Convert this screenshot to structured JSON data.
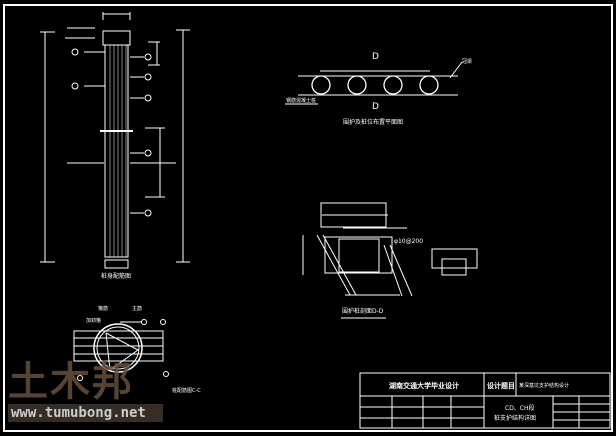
{
  "drawing": {
    "section_marker": "D",
    "plan_title": "围护及桩位布置平面图",
    "plan_labels": [
      "冠梁",
      "钢筋混凝土桩"
    ],
    "section_title": "围护桩剖面D-D",
    "section_label": "φ10@200",
    "pile_title": "桩身配筋图",
    "circle_title": "桩配筋图C-C",
    "circle_labels": [
      "箍筋",
      "主筋",
      "加劲箍"
    ]
  },
  "title_block": {
    "school": "湖南交通大学毕业设计",
    "design_topic_label": "设计题目",
    "design_topic": "某深基坑支护结构设计",
    "drawing_name_line1": "CD、CH段",
    "drawing_name_line2": "桩支护结构详图"
  },
  "watermark": {
    "logo": "土木邦",
    "url": "www.tumubong.net"
  }
}
